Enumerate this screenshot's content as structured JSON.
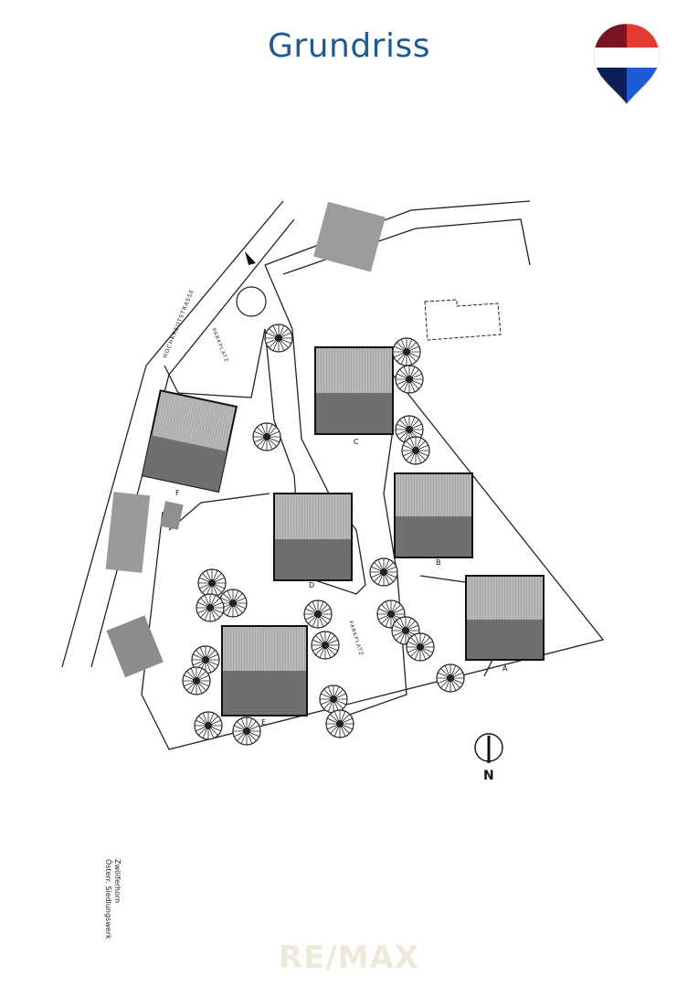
{
  "page": {
    "title": "Grundriss"
  },
  "logo": {
    "name": "remax-balloon-logo",
    "colors": {
      "red": "#e53935",
      "dark_red": "#7a1420",
      "white": "#ffffff",
      "blue": "#1e5bd6",
      "navy": "#0d1f55"
    }
  },
  "plan": {
    "street_label": "HOCHKREUTSTRASSE",
    "parking_labels": [
      "PARKPLATZ",
      "PARKPLATZ"
    ],
    "house_labels": [
      "A",
      "B",
      "C",
      "D",
      "E",
      "F"
    ],
    "compass_label": "N"
  },
  "credit": {
    "line1": "Zwölferhorn",
    "line2": "Österr. Siedlungswerk"
  },
  "watermark": {
    "text": "RE/MAX"
  }
}
